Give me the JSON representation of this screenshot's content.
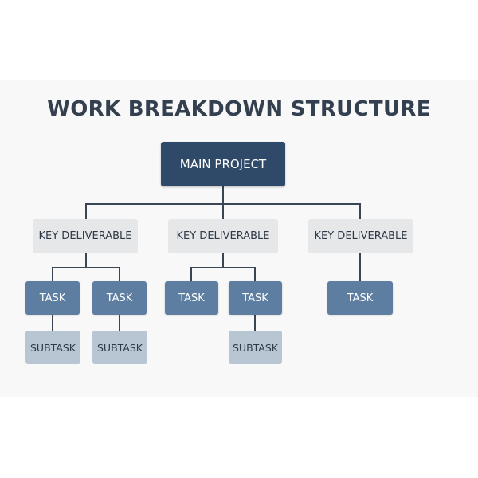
{
  "title": "WORK BREAKDOWN STRUCTURE",
  "colors": {
    "root": "#2f4a68",
    "deliverable": "#e6e7e9",
    "task": "#5d7ea1",
    "subtask": "#b8c6d4",
    "connector": "#3a4654",
    "title": "#34404f"
  },
  "root": {
    "label": "MAIN PROJECT"
  },
  "deliverables": [
    {
      "label": "KEY DELIVERABLE",
      "tasks": [
        {
          "label": "TASK",
          "subtasks": [
            {
              "label": "SUBTASK"
            }
          ]
        },
        {
          "label": "TASK",
          "subtasks": [
            {
              "label": "SUBTASK"
            }
          ]
        }
      ]
    },
    {
      "label": "KEY DELIVERABLE",
      "tasks": [
        {
          "label": "TASK",
          "subtasks": []
        },
        {
          "label": "TASK",
          "subtasks": [
            {
              "label": "SUBTASK"
            }
          ]
        }
      ]
    },
    {
      "label": "KEY DELIVERABLE",
      "tasks": [
        {
          "label": "TASK",
          "subtasks": []
        }
      ]
    }
  ]
}
